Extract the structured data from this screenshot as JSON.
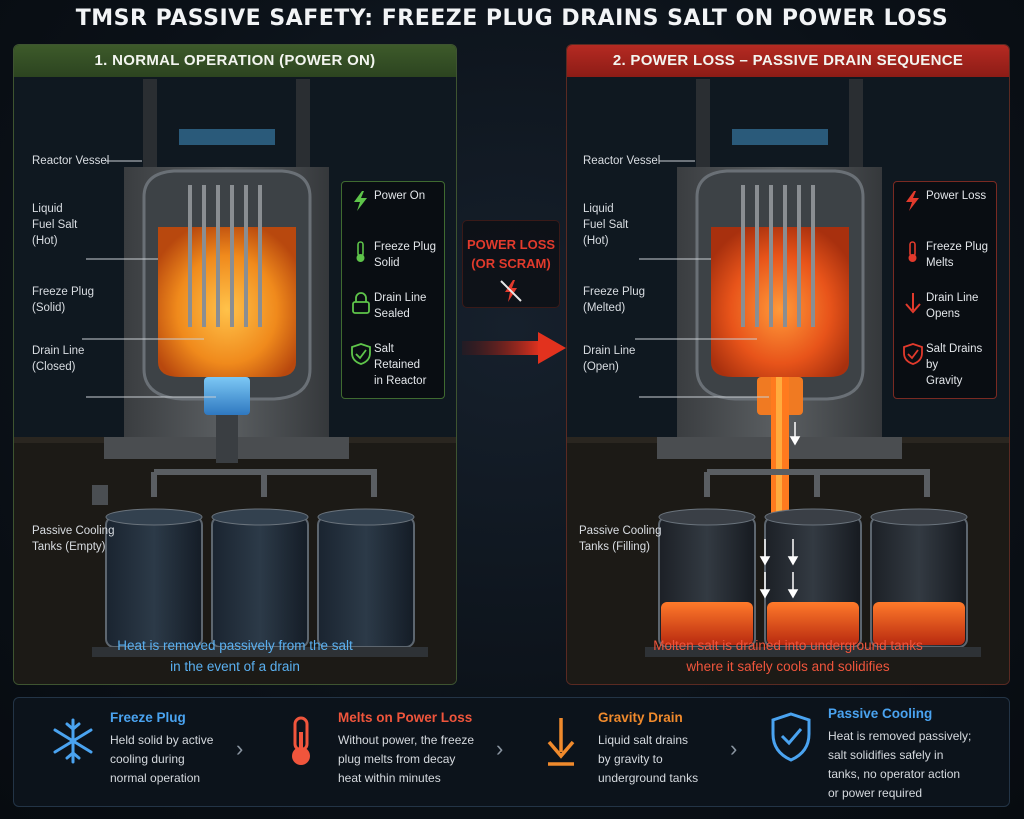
{
  "title": "TMSR PASSIVE SAFETY: FREEZE PLUG DRAINS SALT ON POWER LOSS",
  "left_panel": {
    "header": "1. NORMAL OPERATION (POWER ON)",
    "labels": {
      "vessel": "Reactor Vessel",
      "salt": "Liquid\nFuel Salt\n(Hot)",
      "plug": "Freeze Plug\n(Solid)",
      "drain": "Drain Line\n(Closed)",
      "tanks": "Passive Cooling\nTanks (Empty)"
    },
    "status": [
      {
        "icon": "lightning-icon",
        "text": "Power On"
      },
      {
        "icon": "thermometer-icon",
        "text": "Freeze Plug\nSolid"
      },
      {
        "icon": "lock-icon",
        "text": "Drain Line\nSealed"
      },
      {
        "icon": "shield-check-icon",
        "text": "Salt Retained\nin Reactor"
      }
    ],
    "caption": "Heat is removed passively from the salt\nin the event of a drain"
  },
  "middle": {
    "text": "POWER LOSS\n(OR SCRAM)",
    "icon": "no-power-icon"
  },
  "right_panel": {
    "header": "2. POWER LOSS – PASSIVE DRAIN SEQUENCE",
    "labels": {
      "vessel": "Reactor Vessel",
      "salt": "Liquid\nFuel Salt\n(Hot)",
      "plug": "Freeze Plug\n(Melted)",
      "drain": "Drain Line\n(Open)",
      "tanks": "Passive Cooling\nTanks (Filling)"
    },
    "status": [
      {
        "icon": "lightning-icon",
        "text": "Power Loss"
      },
      {
        "icon": "thermometer-icon",
        "text": "Freeze Plug\nMelts"
      },
      {
        "icon": "arrow-down-icon",
        "text": "Drain Line\nOpens"
      },
      {
        "icon": "shield-check-icon",
        "text": "Salt Drains by\nGravity"
      }
    ],
    "caption": "Molten salt is drained into underground tanks\nwhere it safely cools and solidifies"
  },
  "steps": [
    {
      "icon": "snowflake-icon",
      "title": "Freeze Plug",
      "desc": "Held solid by active\ncooling during\nnormal operation",
      "color": "#4aa3f0"
    },
    {
      "icon": "thermometer-icon",
      "title": "Melts on Power Loss",
      "desc": "Without power, the freeze\nplug melts from decay\nheat within minutes",
      "color": "#f0553c"
    },
    {
      "icon": "arrow-down-icon",
      "title": "Gravity Drain",
      "desc": "Liquid salt drains\nby gravity to\nunderground tanks",
      "color": "#f08a2c"
    },
    {
      "icon": "shield-check-icon",
      "title": "Passive Cooling",
      "desc": "Heat is removed passively;\nsalt solidifies safely in\ntanks, no operator action\nor power required",
      "color": "#4aa3f0"
    }
  ],
  "colors": {
    "normal_accent": "#3d5a2a",
    "loss_accent": "#b52a22",
    "salt": "#f08a1c",
    "plug_solid": "#4aa3e0",
    "alert_text": "#e23a2c"
  }
}
